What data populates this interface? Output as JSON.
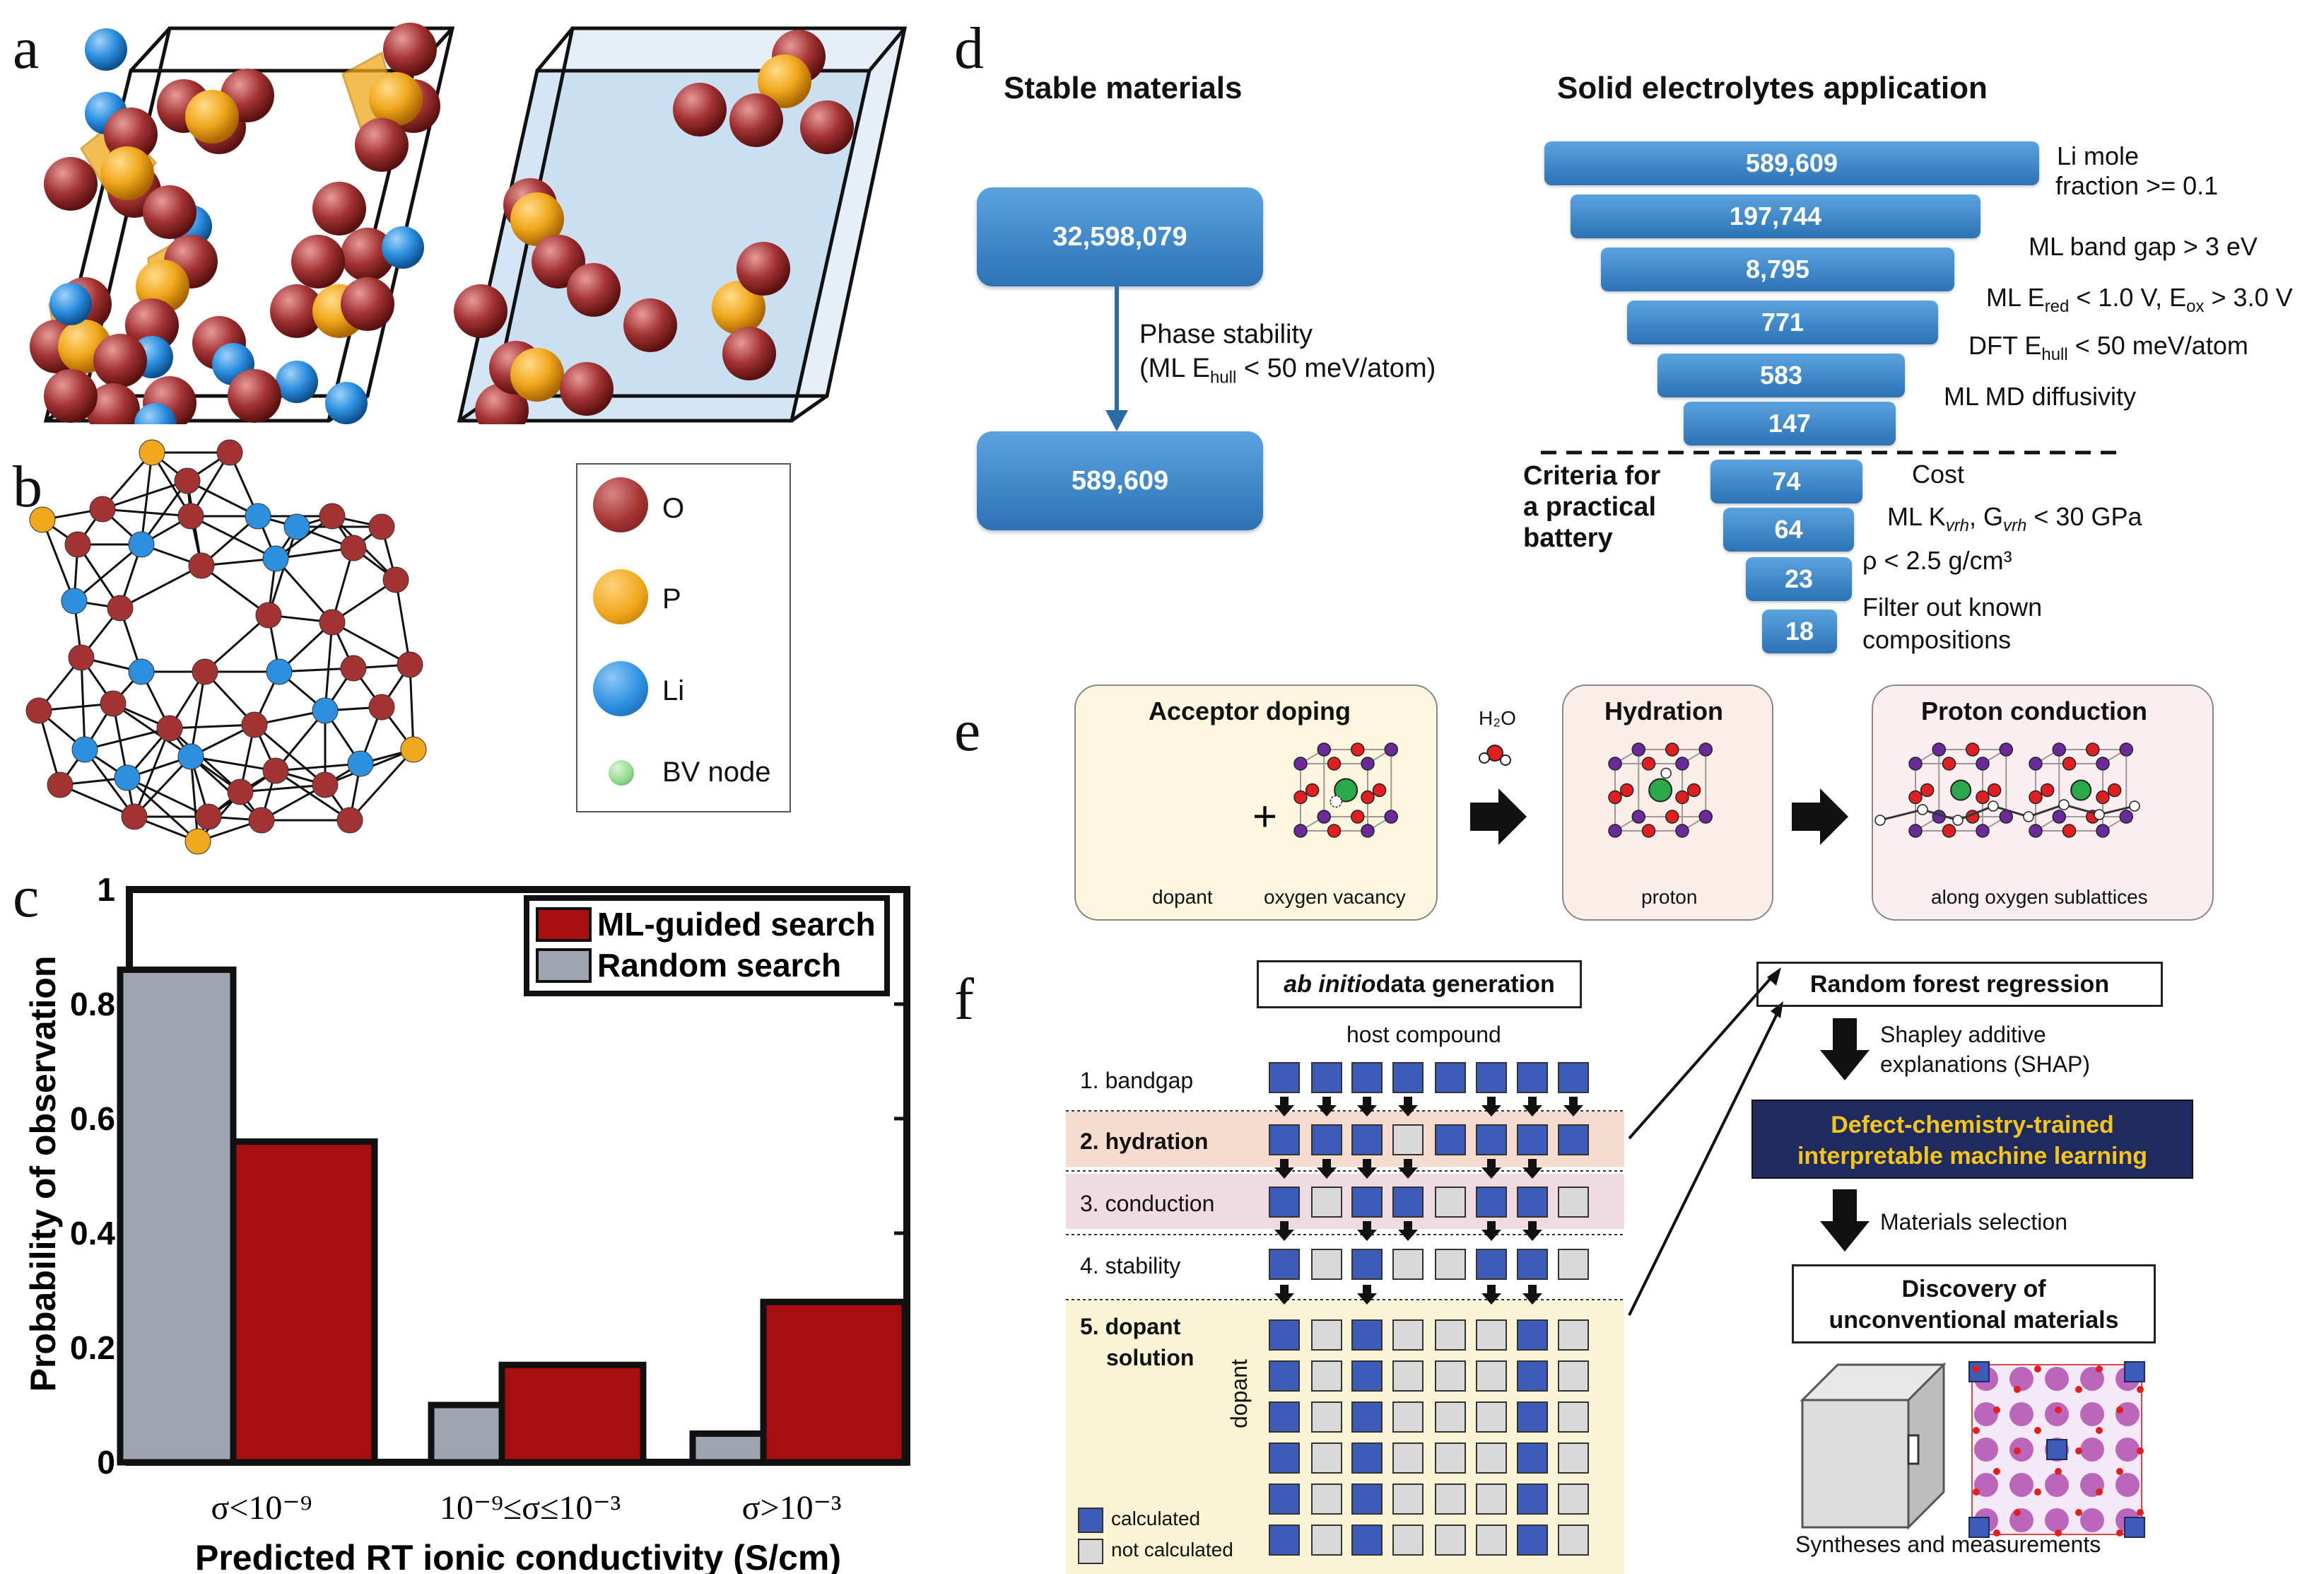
{
  "panels": {
    "a": "a",
    "b": "b",
    "c": "c",
    "d": "d",
    "e": "e",
    "f": "f"
  },
  "legend_b": {
    "items": [
      {
        "label": "O",
        "color": "#a33333"
      },
      {
        "label": "P",
        "color": "#f0a81c"
      },
      {
        "label": "Li",
        "color": "#2c8fe0"
      },
      {
        "label": "BV node",
        "color": "#8fd88a"
      }
    ]
  },
  "chart_data": {
    "type": "bar",
    "categories": [
      "σ<10⁻⁹",
      "10⁻⁹≤σ≤10⁻³",
      "σ>10⁻³"
    ],
    "series": [
      {
        "name": "Random search",
        "values": [
          0.86,
          0.1,
          0.05
        ],
        "color": "#9ea5b1"
      },
      {
        "name": "ML-guided search",
        "values": [
          0.56,
          0.17,
          0.28
        ],
        "color": "#a50f0f"
      }
    ],
    "ylabel": "Probability of observation",
    "xlabel": "Predicted RT ionic conductivity (S/cm)",
    "ylim": [
      0,
      1
    ],
    "yticks": [
      "0",
      "0.2",
      "0.4",
      "0.6",
      "0.8",
      "1"
    ],
    "legend_position": "top-right"
  },
  "panel_d": {
    "stable_title": "Stable materials",
    "stable_top": "32,598,079",
    "stable_bottom": "589,609",
    "phase_line1": "Phase stability",
    "phase_line2": "(ML E",
    "phase_sub": "hull",
    "phase_line2_end": " < 50 meV/atom)",
    "solid_title": "Solid electrolytes application",
    "funnel": [
      "589,609",
      "197,744",
      "8,795",
      "771",
      "583",
      "147",
      "74",
      "64",
      "23",
      "18"
    ],
    "criteria_l1": "Li mole",
    "criteria_l1b": "fraction >= 0.1",
    "criteria_l2": "ML band gap > 3 eV",
    "criteria_l3a": "ML E",
    "criteria_l3sub": "red",
    "criteria_l3b": " < 1.0 V, E",
    "criteria_l3sub2": "ox",
    "criteria_l3c": " > 3.0 V",
    "criteria_l4a": "DFT E",
    "criteria_l4sub": "hull",
    "criteria_l4b": " < 50 meV/atom",
    "criteria_l5": "ML MD diffusivity",
    "practical_l1": "Criteria for",
    "practical_l2": "a practical",
    "practical_l3": "battery",
    "criteria_l6": "Cost",
    "criteria_l7a": "ML K",
    "criteria_l7sub": "vrh",
    "criteria_l7b": ", G",
    "criteria_l7sub2": "vrh",
    "criteria_l7c": " < 30 GPa",
    "criteria_l8": "ρ < 2.5 g/cm³",
    "criteria_l9a": "Filter out known",
    "criteria_l9b": "compositions"
  },
  "panel_e": {
    "acceptor_title": "Acceptor doping",
    "dopant_label": "dopant",
    "vacancy_label": "oxygen vacancy",
    "plus": "+",
    "water": "H₂O",
    "hydration_title": "Hydration",
    "proton_label": "proton",
    "conduction_title": "Proton conduction",
    "conduction_label": "along oxygen sublattices"
  },
  "panel_f": {
    "gen_title_em": "ab initio",
    "gen_title_rest": " data generation",
    "host_label": "host compound",
    "rows": [
      "1. bandgap",
      "2. hydration",
      "3. conduction",
      "4. stability"
    ],
    "row5_l1": "5. dopant",
    "row5_l2": "solution",
    "dopant_axis": "dopant",
    "legend_calc": "calculated",
    "legend_notcalc": "not calculated",
    "rf_title": "Random forest regression",
    "shap_l1": "Shapley additive",
    "shap_l2": "explanations (SHAP)",
    "ml_l1": "Defect-chemistry-trained",
    "ml_l2": "interpretable machine learning",
    "selection": "Materials selection",
    "disc_l1": "Discovery of",
    "disc_l2": "unconventional materials",
    "synth": "Syntheses and measurements"
  }
}
